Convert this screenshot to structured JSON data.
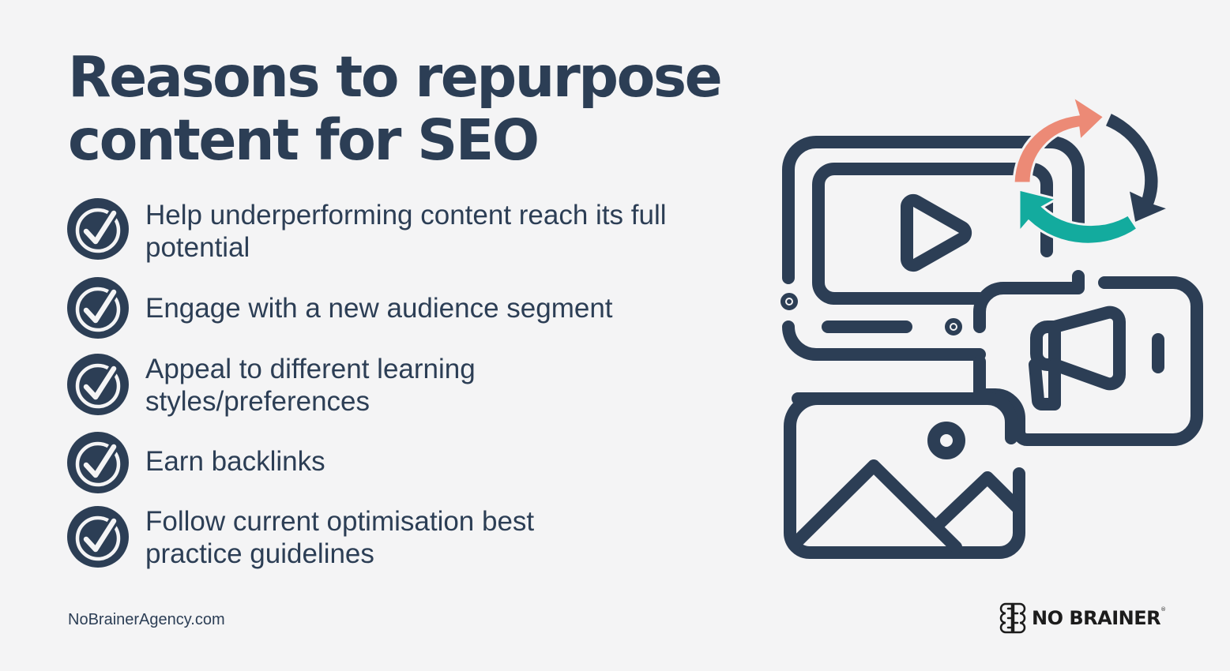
{
  "title": {
    "line1": "Reasons to repurpose",
    "line2": "content for SEO"
  },
  "reasons": [
    {
      "line1": "Help underperforming content reach its full",
      "line2": "potential"
    },
    {
      "line1": "Engage with a new audience segment",
      "line2": ""
    },
    {
      "line1": "Appeal to different learning",
      "line2": "styles/preferences"
    },
    {
      "line1": "Earn backlinks",
      "line2": ""
    },
    {
      "line1": "Follow current optimisation best",
      "line2": "practice guidelines"
    }
  ],
  "footer": {
    "url": "NoBrainerAgency.com",
    "brand": "NO BRAINER",
    "brand_mark": "®"
  },
  "icons": {
    "list_bullet": "check-circle-icon",
    "illustration": [
      "video-player-icon",
      "megaphone-icon",
      "image-icon",
      "refresh-cycle-icon"
    ],
    "logo": "brain-logo-icon"
  },
  "colors": {
    "background": "#f4f4f5",
    "primary": "#2c3e55",
    "accent_salmon": "#ec8a76",
    "accent_teal": "#13ab9e",
    "logo_text": "#1c1c1c"
  }
}
